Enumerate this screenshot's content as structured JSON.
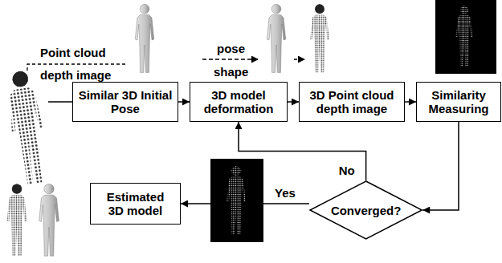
{
  "diagram": {
    "nodes": [
      {
        "text": [
          "Similar 3D Initial Pose"
        ]
      },
      {
        "text": [
          "3D model deformation"
        ]
      },
      {
        "text": [
          "3D Point cloud depth image"
        ]
      },
      {
        "text": [
          "Similarity Measuring"
        ]
      },
      {
        "text": [
          "Converged?"
        ]
      },
      {
        "text": [
          "Estimated 3D model"
        ]
      }
    ],
    "edges": [
      {
        "from": 0,
        "to": 1,
        "arrow": "to"
      },
      {
        "from": 1,
        "to": 2,
        "arrow": "to"
      },
      {
        "from": 2,
        "to": 3,
        "arrow": "to"
      },
      {
        "from": 3,
        "to": 4,
        "arrow": "to"
      },
      {
        "from": 4,
        "to": 1,
        "label": "No",
        "arrow": "to"
      },
      {
        "from": 4,
        "to": 5,
        "label": "Yes",
        "arrow": "to"
      }
    ],
    "labels": [
      "Point cloud depth image",
      "pose",
      "shape"
    ]
  }
}
